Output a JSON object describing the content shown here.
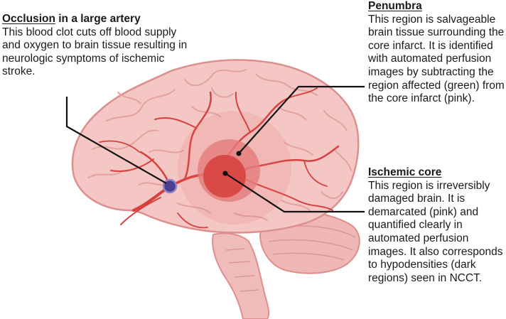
{
  "occlusion": {
    "heading_underlined": "Occlusion",
    "heading_rest": " in a large artery",
    "body": "This blood clot cuts off blood supply and oxygen to brain tissue resulting in neurologic symptoms of ischemic stroke."
  },
  "penumbra": {
    "heading": "Penumbra",
    "body": "This region is salvageable brain tissue surrounding the core infarct. It is identified with automated perfusion images by subtracting the region affected (green) from the core infarct (pink)."
  },
  "ischemic_core": {
    "heading": "Ischemic core",
    "body": "This region is irreversibly damaged brain. It is demarcated (pink) and quantified clearly in automated perfusion images. It also corresponds to hypodensities (dark regions) seen in NCCT."
  },
  "colors": {
    "brain_fill": "#f4c6c4",
    "brain_outline": "#dc8f8f",
    "artery": "#d6413f",
    "penumbra_fill": "#e47d7c",
    "core_fill": "#d7423f",
    "clot": "#4b3d8f",
    "leader_line": "#111111"
  }
}
